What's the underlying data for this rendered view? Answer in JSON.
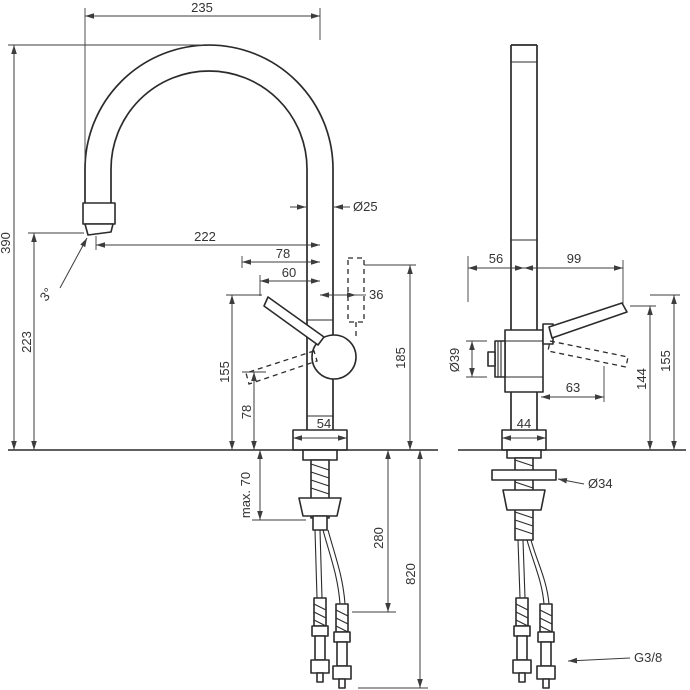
{
  "front": {
    "w235": "235",
    "h390": "390",
    "dia25": "Ø25",
    "r222": "222",
    "o78": "78",
    "o60": "60",
    "o36": "36",
    "angle": "3°",
    "h223": "223",
    "h155": "155",
    "h78": "78",
    "h185": "185",
    "w54": "54",
    "max70": "max. 70",
    "l280": "280",
    "l820": "820"
  },
  "side": {
    "o56": "56",
    "o99": "99",
    "dia39": "Ø39",
    "o63": "63",
    "h144": "144",
    "h155": "155",
    "w44": "44",
    "dia34": "Ø34",
    "thread": "G3/8"
  }
}
